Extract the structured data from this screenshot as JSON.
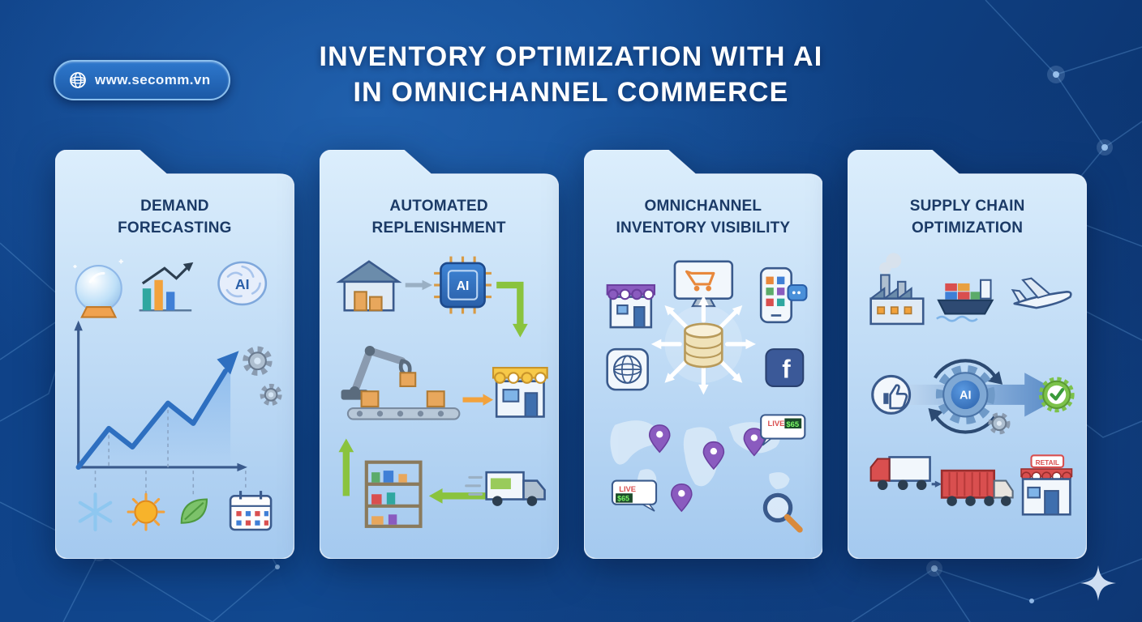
{
  "meta": {
    "background_dark": "#0a2e66",
    "accent_blue": "#2e6fc0",
    "card_bg_top": "#d9ecfc",
    "card_bg_bottom": "#a4c9ef"
  },
  "header": {
    "website_label": "www.secomm.vn",
    "title_line1": "INVENTORY OPTIMIZATION WITH AI",
    "title_line2": "IN OMNICHANNEL COMMERCE"
  },
  "cards": [
    {
      "id": "demand-forecasting",
      "title_line1": "DEMAND",
      "title_line2": "FORECASTING",
      "ai_label": "AI",
      "icons": [
        "crystal-ball",
        "bar-chart",
        "ai-brain",
        "gears",
        "trend-arrow-chart",
        "snowflake",
        "sun",
        "leaf",
        "calendar"
      ]
    },
    {
      "id": "automated-replenishment",
      "title_line1": "AUTOMATED",
      "title_line2": "REPLENISHMENT",
      "ai_label": "AI",
      "icons": [
        "warehouse",
        "ai-chip",
        "robot-arm",
        "conveyor-boxes",
        "storefront",
        "shelves",
        "delivery-truck",
        "flow-arrows"
      ]
    },
    {
      "id": "omnichannel-inventory-visibility",
      "title_line1": "OMNICHANNEL",
      "title_line2": "INVENTORY VISIBILITY",
      "live_label": "LIVE",
      "price_label": "$65",
      "facebook_label": "f",
      "icons": [
        "storefront",
        "cart-monitor",
        "smartphone",
        "globe",
        "database-hub",
        "sync-arrows",
        "facebook",
        "world-map",
        "location-pins",
        "live-price-tags",
        "magnifier"
      ]
    },
    {
      "id": "supply-chain-optimization",
      "title_line1": "SUPPLY CHAIN",
      "title_line2": "OPTIMIZATION",
      "ai_label": "AI",
      "retail_label": "RETAIL",
      "icons": [
        "factory",
        "cargo-ship",
        "airplane",
        "thumbs-up",
        "ai-gear",
        "cycle-arrows",
        "check-badge",
        "box-truck",
        "container-truck",
        "retail-store"
      ]
    }
  ]
}
